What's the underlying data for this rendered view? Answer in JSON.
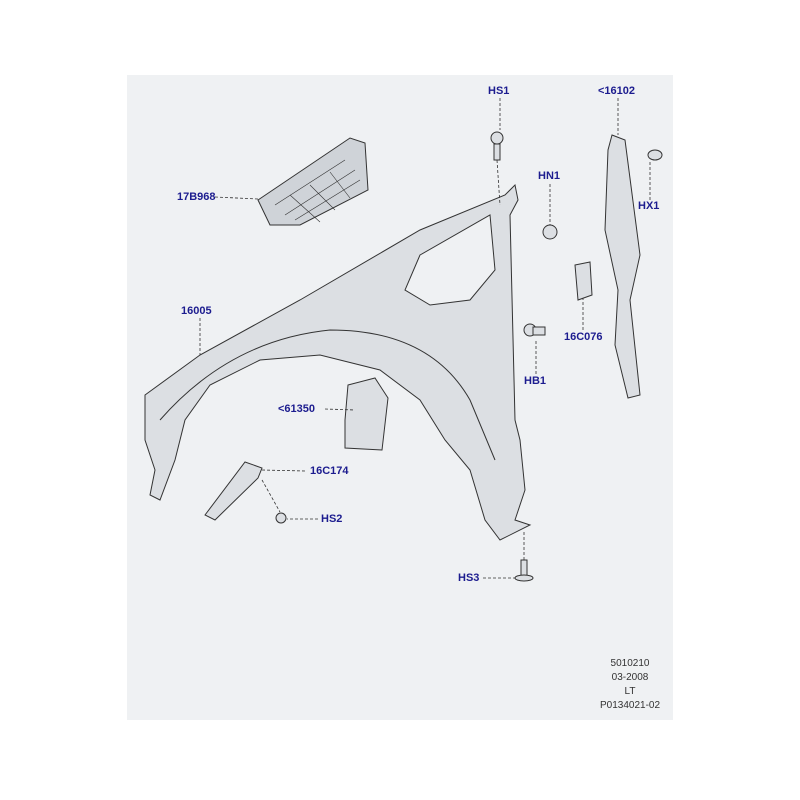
{
  "diagram": {
    "callouts": {
      "hs1": "HS1",
      "c16102": "<16102",
      "c17b968": "17B968",
      "hn1": "HN1",
      "hx1": "HX1",
      "c16005": "16005",
      "c16c076": "16C076",
      "hb1": "HB1",
      "c61350": "<61350",
      "c16c174": "16C174",
      "hs2": "HS2",
      "hs3": "HS3"
    },
    "colors": {
      "label": "#1c1c8f",
      "panel": "#eff1f3",
      "part": "#dcdfe3",
      "line": "#333333"
    }
  },
  "footer": {
    "illustration_no": "5010210",
    "date": "03-2008",
    "code": "LT",
    "ref": "P0134021-02"
  }
}
